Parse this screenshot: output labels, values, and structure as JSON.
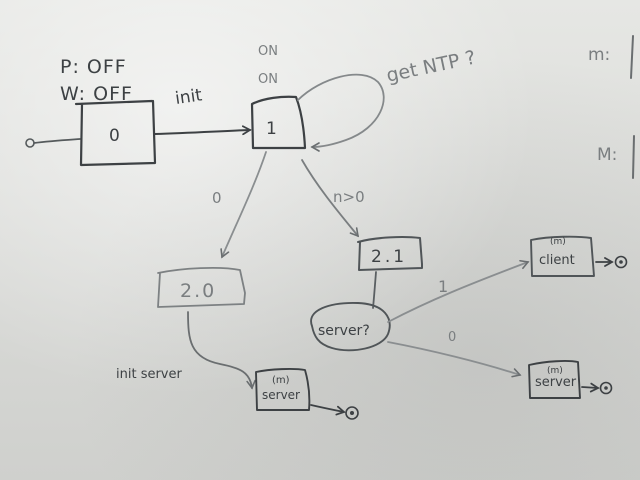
{
  "states": {
    "s0": {
      "label": "0"
    },
    "s1": {
      "label": "1"
    },
    "s20": {
      "label": "2.0"
    },
    "s21": {
      "label": "2.1"
    },
    "server_state": {
      "tag": "(m)",
      "label": "server"
    },
    "client_state": {
      "tag": "(m)",
      "label": "client"
    },
    "server_state_right": {
      "tag": "(m)",
      "label": "server"
    }
  },
  "annotations": {
    "p_off": "P: OFF",
    "w_off": "W: OFF",
    "on_top": "ON",
    "on_bottom": "ON",
    "get_ntp": "get NTP ?",
    "decision": "server?"
  },
  "transitions": {
    "init": "init",
    "zero_left": "0",
    "n_gt_0": "n>0",
    "one": "1",
    "zero_right": "0",
    "init_server": "init server"
  },
  "edge_fragments": {
    "top_right_1": "m:",
    "top_right_2": "M:"
  },
  "colors": {
    "board": "#e3e4e1",
    "ink_dark": "#3d4144",
    "ink_mid": "#505558",
    "ink_faint": "#8a8e90"
  }
}
